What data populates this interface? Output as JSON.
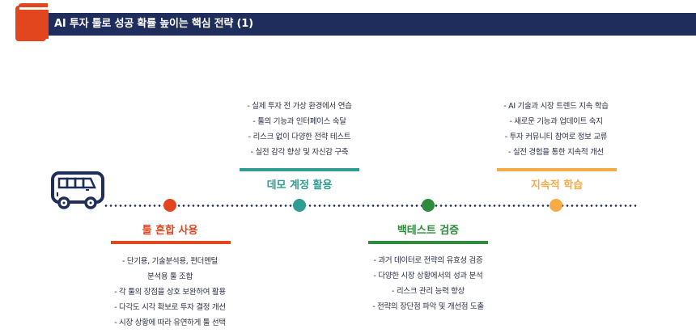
{
  "header": {
    "title": "AI 투자 툴로 성공 확률 높이는 핵심 전략 (1)",
    "bar_color": "#1f2d5c",
    "icon": "book-icon",
    "icon_color": "#e2461f"
  },
  "timeline": {
    "start_icon": "bus-icon",
    "line_color": "#1f2d5c",
    "stages": [
      {
        "title": "툴 혼합 사용",
        "color": "#e2461f",
        "position": "below",
        "items": [
          "- 단기용, 기술분석용, 펀더멘털",
          "분석용 툴 조합",
          "- 각 툴의 장점을 상호 보완하여 활용",
          "- 다각도 시각 확보로 투자 결정 개선",
          "- 시장 상황에 따라 유연하게 툴 선택"
        ]
      },
      {
        "title": "데모 계정 활용",
        "color": "#2e9e92",
        "position": "above",
        "items": [
          "- 실제 투자 전 가상 환경에서 연습",
          "- 툴의 기능과 인터페이스 숙달",
          "- 리스크 없이 다양한 전략 테스트",
          "- 실전 감각 향상 및 자신감 구축"
        ]
      },
      {
        "title": "백테스트 검증",
        "color": "#2e8b3e",
        "position": "below",
        "items": [
          "- 과거 데이터로 전략의 유효성 검증",
          "- 다양한 시장 상황에서의 성과 분석",
          "- 리스크 관리 능력 향상",
          "- 전략의 장단점 파악 및 개선점 도출"
        ]
      },
      {
        "title": "지속적 학습",
        "color": "#f7ab47",
        "position": "above",
        "items": [
          "- AI 기술과 시장 트렌드 지속 학습",
          "- 새로운 기능과 업데이트 숙지",
          "- 투자 커뮤니티 참여로 정보 교류",
          "- 실전 경험을 통한 지속적 개선"
        ]
      }
    ]
  }
}
